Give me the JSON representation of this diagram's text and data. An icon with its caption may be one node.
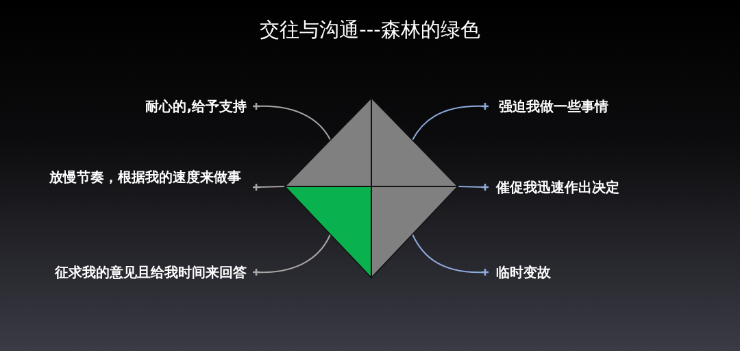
{
  "diagram": {
    "title": "交往与沟通---森林的绿色",
    "nodes": [
      {
        "text": [],
        "shape": "diamond"
      },
      {
        "text": [],
        "shape": "triangle",
        "in": 0
      },
      {
        "text": [],
        "shape": "triangle",
        "in": 0
      },
      {
        "text": [],
        "shape": "triangle",
        "in": 0
      },
      {
        "text": [],
        "shape": "triangle",
        "in": 0
      },
      {
        "text": [
          "耐心的,给予支持"
        ]
      },
      {
        "text": [
          "强迫我做一些事情"
        ]
      },
      {
        "text": [
          "放慢节奏，根据我的速度来做事"
        ]
      },
      {
        "text": [
          "催促我迅速作出决定"
        ]
      },
      {
        "text": [
          "征求我的意见且给我时间来回答"
        ]
      },
      {
        "text": [
          "临时变故"
        ]
      }
    ],
    "edges": [
      {
        "from": 5,
        "to": 1,
        "arrow": "other",
        "color": "#a6a6a6"
      },
      {
        "from": 6,
        "to": 2,
        "arrow": "other",
        "color": "#8faadc"
      },
      {
        "from": 7,
        "to": 0,
        "arrow": "other",
        "color": "#a6a6a6"
      },
      {
        "from": 8,
        "to": 0,
        "arrow": "other",
        "color": "#8faadc"
      },
      {
        "from": 9,
        "to": 3,
        "arrow": "other",
        "color": "#a6a6a6"
      },
      {
        "from": 10,
        "to": 4,
        "arrow": "other",
        "color": "#8faadc"
      }
    ]
  }
}
